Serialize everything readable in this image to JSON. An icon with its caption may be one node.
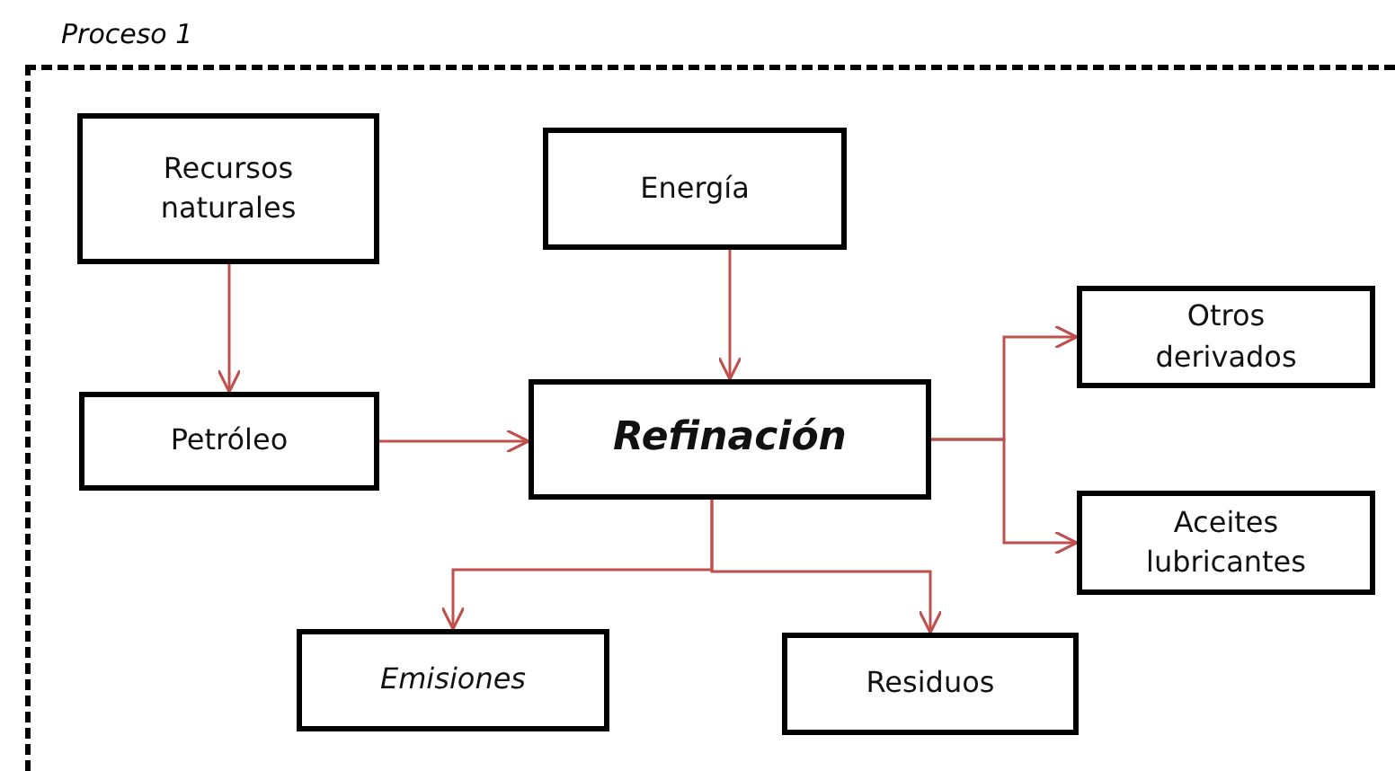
{
  "diagram": {
    "nodes": [
      {
        "text": [
          "Proceso 1"
        ]
      },
      {
        "text": [
          "Recursos naturales"
        ],
        "in": 0
      },
      {
        "text": [
          "Energía"
        ],
        "in": 0
      },
      {
        "text": [
          "Otros derivados"
        ],
        "in": 0
      },
      {
        "text": [
          "Petróleo"
        ],
        "in": 0
      },
      {
        "text": [
          "Refinación"
        ],
        "in": 0
      },
      {
        "text": [
          "Aceites lubricantes"
        ],
        "in": 0
      },
      {
        "text": [
          "Emisiones"
        ],
        "in": 0
      },
      {
        "text": [
          "Residuos"
        ],
        "in": 0
      }
    ],
    "edges": [
      {
        "from": 1,
        "to": 4,
        "arrow": "to"
      },
      {
        "from": 2,
        "to": 5,
        "arrow": "to"
      },
      {
        "from": 4,
        "to": 5,
        "arrow": "to"
      },
      {
        "from": 5,
        "to": 3,
        "arrow": "to"
      },
      {
        "from": 5,
        "to": 6,
        "arrow": "to"
      },
      {
        "from": 5,
        "to": 7,
        "arrow": "to"
      },
      {
        "from": 5,
        "to": 8,
        "arrow": "to"
      }
    ]
  }
}
